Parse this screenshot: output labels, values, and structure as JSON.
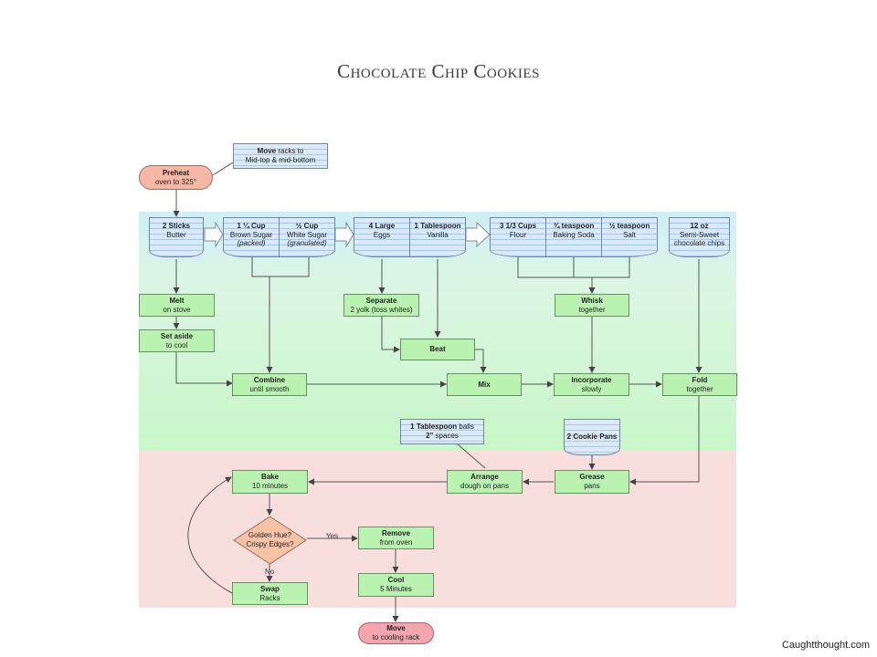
{
  "title": "Chocolate Chip Cookies",
  "credit": "Caughtthought.com",
  "notes": {
    "move_racks": {
      "bold": "Move",
      "rest": " racks to",
      "line2": "Mid-top & mid-bottom"
    },
    "spoon_balls": {
      "line1_bold": "1 Tablespoon",
      "line1_rest": " balls",
      "line2_bold": "2\"",
      "line2_rest": " spaces"
    }
  },
  "terminals": {
    "preheat": {
      "bold": "Preheat",
      "text": "oven to 325°"
    },
    "move": {
      "bold": "Move",
      "text": "to cooling rack"
    }
  },
  "ingredients": {
    "butter": {
      "qty": "2 Sticks",
      "name": "Butter"
    },
    "brown_sugar": {
      "qty": "1 ¼ Cup",
      "name": "Brown Sugar",
      "note": "(packed)"
    },
    "white_sugar": {
      "qty": "½ Cup",
      "name": "White Sugar",
      "note": "(granulated)"
    },
    "eggs": {
      "qty": "4 Large",
      "name": "Eggs"
    },
    "vanilla": {
      "qty": "1 Tablespoon",
      "name": "Vanilla"
    },
    "flour": {
      "qty": "3 1/3 Cups",
      "name": "Flour"
    },
    "baking_soda": {
      "qty": "¾ teaspoon",
      "name": "Baking Soda"
    },
    "salt": {
      "qty": "½ teaspoon",
      "name": "Salt"
    },
    "chips": {
      "qty": "12 oz",
      "name": "Semi-Sweet",
      "name2": "chocolate chips"
    },
    "pans": {
      "qty": "2 Cookie Pans"
    }
  },
  "steps": {
    "melt": {
      "bold": "Melt",
      "text": "on stove"
    },
    "set_aside": {
      "bold": "Set aside",
      "text": "to cool"
    },
    "combine": {
      "bold": "Combine",
      "text": "until smooth"
    },
    "separate": {
      "bold": "Separate",
      "text": "2 yolk (toss whites)"
    },
    "beat": {
      "bold": "Beat"
    },
    "mix": {
      "bold": "Mix"
    },
    "whisk": {
      "bold": "Whisk",
      "text": "together"
    },
    "incorporate": {
      "bold": "Incorporate",
      "text": "slowly"
    },
    "fold": {
      "bold": "Fold",
      "text": "together"
    },
    "grease": {
      "bold": "Grease",
      "text": "pans"
    },
    "arrange": {
      "bold": "Arrange",
      "text": "dough on pans"
    },
    "bake": {
      "bold": "Bake",
      "text": "10 minutes"
    },
    "remove": {
      "bold": "Remove",
      "text": "from oven"
    },
    "cool": {
      "bold": "Cool",
      "text": "5 Minutes"
    },
    "swap": {
      "bold": "Swap",
      "text": "Racks"
    }
  },
  "decision": {
    "line1": "Golden Hue?",
    "line2": "Crispy Edges?",
    "yes": "Yes",
    "no": "No"
  }
}
